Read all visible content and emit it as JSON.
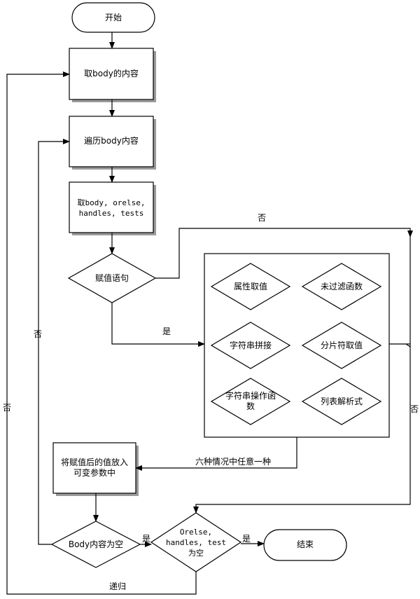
{
  "nodes": {
    "start": "开始",
    "get_body": "取body的内容",
    "traverse_body": "遍历body内容",
    "get_fields": "取body, orelse,\nhandles, tests",
    "assign_stmt": "赋值语句",
    "attr_value": "属性取值",
    "unfiltered_func": "未过滤函数",
    "string_concat": "字符串拼接",
    "slice_value": "分片符取值",
    "string_func": "字符串操作函\n数",
    "list_comp": "列表解析式",
    "put_param": "将赋值后的值放入\n可变参数中",
    "body_empty": "Body内容为空",
    "orelse_empty": "Orelse,\nhandles, test\n为空",
    "end": "结束"
  },
  "edge_labels": {
    "assign_no": "否",
    "assign_yes": "是",
    "any_of_six": "六种情况中任意一种",
    "right_no": "否",
    "loop_no": "否",
    "outer_no": "否",
    "body_empty_yes": "是",
    "orelse_yes": "是",
    "recursion": "递归"
  }
}
